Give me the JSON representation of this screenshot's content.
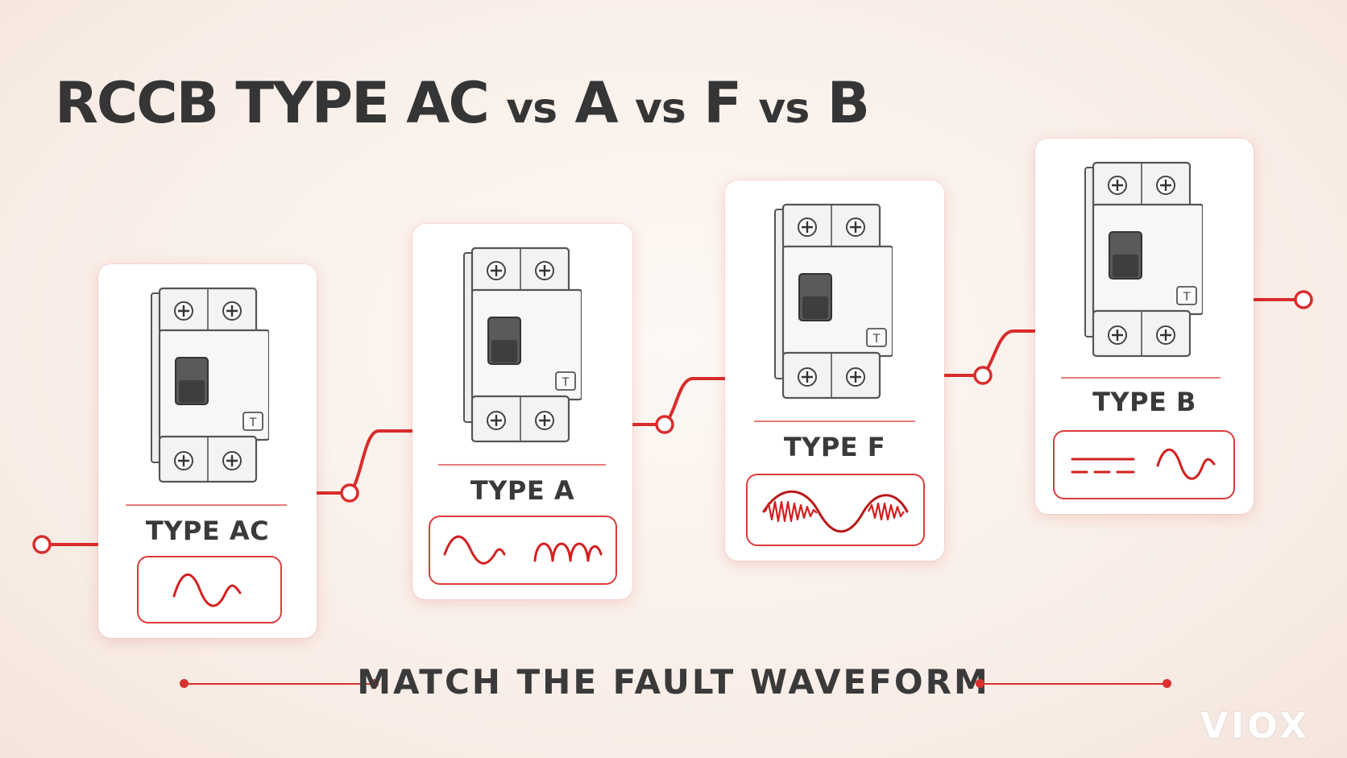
{
  "title": {
    "main": "RCCB TYPE AC ",
    "vs1": "vs",
    "a": " A ",
    "vs2": "vs",
    "f": " F ",
    "vs3": "vs",
    "b": " B"
  },
  "cards": [
    {
      "label": "TYPE AC",
      "test_button": "T",
      "waveform": "sine"
    },
    {
      "label": "TYPE A",
      "test_button": "T",
      "waveform": "sine-and-pulsating"
    },
    {
      "label": "TYPE F",
      "test_button": "T",
      "waveform": "mixed-frequency"
    },
    {
      "label": "TYPE B",
      "test_button": "T",
      "waveform": "dc-and-sine"
    }
  ],
  "footer": {
    "text": "MATCH THE FAULT WAVEFORM"
  },
  "brand": {
    "text": "VIOX"
  },
  "colors": {
    "accent": "#d93030",
    "text": "#353535",
    "card": "#ffffff"
  }
}
